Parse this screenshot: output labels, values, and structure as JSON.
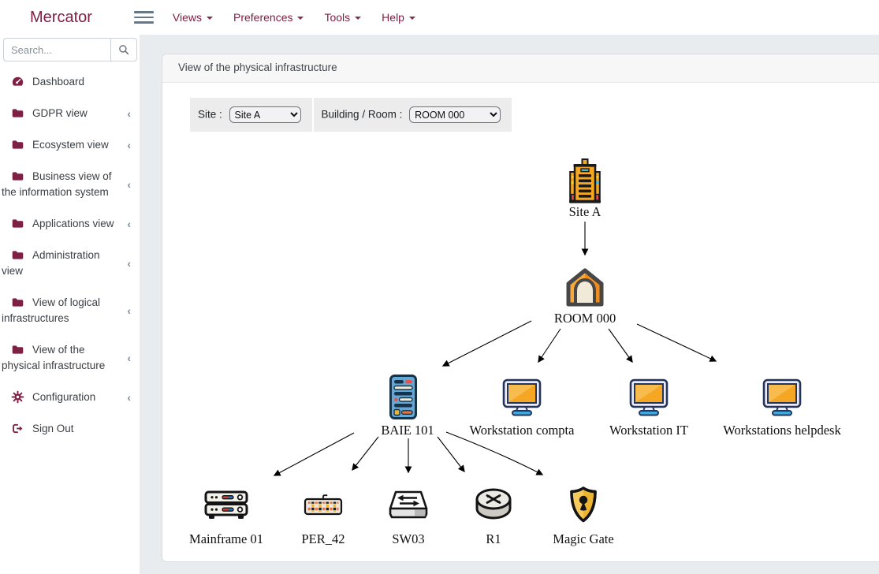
{
  "navbar": {
    "brand": "Mercator",
    "menu": [
      {
        "label": "Views"
      },
      {
        "label": "Preferences"
      },
      {
        "label": "Tools"
      },
      {
        "label": "Help"
      }
    ]
  },
  "sidebar": {
    "search_placeholder": "Search...",
    "items": [
      {
        "label": "Dashboard",
        "icon": "tachometer-icon",
        "collapsible": false
      },
      {
        "label": "GDPR view",
        "icon": "folder-icon",
        "collapsible": true
      },
      {
        "label": "Ecosystem view",
        "icon": "folder-icon",
        "collapsible": true
      },
      {
        "label": "Business view of the information system",
        "icon": "folder-icon",
        "collapsible": true
      },
      {
        "label": "Applications view",
        "icon": "folder-icon",
        "collapsible": true
      },
      {
        "label": "Administration view",
        "icon": "folder-icon",
        "collapsible": true
      },
      {
        "label": "View of logical infrastructures",
        "icon": "folder-icon",
        "collapsible": true
      },
      {
        "label": "View of the physical infrastructure",
        "icon": "folder-icon",
        "collapsible": true
      },
      {
        "label": "Configuration",
        "icon": "gear-icon",
        "collapsible": true
      },
      {
        "label": "Sign Out",
        "icon": "sign-out-icon",
        "collapsible": false
      }
    ]
  },
  "main": {
    "card_title": "View of the physical infrastructure",
    "filters": {
      "site_label": "Site :",
      "site_value": "Site A",
      "room_label": "Building / Room :",
      "room_value": "ROOM 000"
    },
    "diagram": {
      "nodes": [
        {
          "id": "site",
          "type": "building",
          "label": "Site A"
        },
        {
          "id": "room",
          "type": "room",
          "label": "ROOM 000"
        },
        {
          "id": "bay",
          "type": "server-rack",
          "label": "BAIE 101"
        },
        {
          "id": "workstation-compta",
          "type": "workstation",
          "label": "Workstation compta"
        },
        {
          "id": "workstation-it",
          "type": "workstation",
          "label": "Workstation IT"
        },
        {
          "id": "workstations-helpdesk",
          "type": "workstation",
          "label": "Workstations helpdesk"
        },
        {
          "id": "mainframe-01",
          "type": "server",
          "label": "Mainframe 01"
        },
        {
          "id": "per-42",
          "type": "peripheral",
          "label": "PER_42"
        },
        {
          "id": "sw03",
          "type": "switch",
          "label": "SW03"
        },
        {
          "id": "r1",
          "type": "router",
          "label": "R1"
        },
        {
          "id": "magic-gate",
          "type": "security-device",
          "label": "Magic Gate"
        }
      ],
      "edges": [
        [
          "site",
          "room"
        ],
        [
          "room",
          "bay"
        ],
        [
          "room",
          "workstation-compta"
        ],
        [
          "room",
          "workstation-it"
        ],
        [
          "room",
          "workstations-helpdesk"
        ],
        [
          "bay",
          "mainframe-01"
        ],
        [
          "bay",
          "per-42"
        ],
        [
          "bay",
          "sw03"
        ],
        [
          "bay",
          "r1"
        ],
        [
          "bay",
          "magic-gate"
        ]
      ]
    }
  },
  "colors": {
    "accent": "#7e2043",
    "content_bg": "#e9ecef",
    "chevron": "#7c8ea0",
    "icon_orange": "#f5a623",
    "icon_gold": "#edb431",
    "icon_blue": "#64a8d8"
  }
}
